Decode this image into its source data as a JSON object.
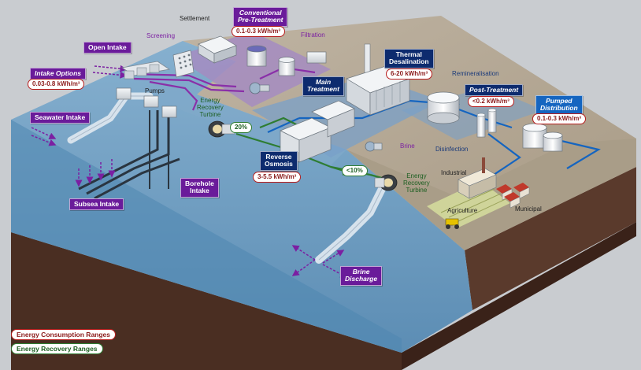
{
  "labels": {
    "settlement": "Settlement",
    "screening": "Screening",
    "filtration": "Filtration",
    "pumps": "Pumps",
    "energy_recovery_turbine_1": "Energy\nRecovery\nTurbine",
    "energy_recovery_turbine_2": "Energy\nRecovery\nTurbine",
    "brine": "Brine",
    "remineralisation": "Remineralisation",
    "disinfection": "Disinfection",
    "industrial": "Industrial",
    "agriculture": "Agriculture",
    "municipal": "Municipal"
  },
  "boxes": {
    "conventional_pretreatment": "Conventional\nPre-Treatment",
    "open_intake": "Open Intake",
    "intake_options": "Intake Options",
    "seawater_intake": "Seawater Intake",
    "borehole_intake": "Borehole\nIntake",
    "subsea_intake": "Subsea Intake",
    "main_treatment": "Main\nTreatment",
    "thermal_desalination": "Thermal\nDesalination",
    "post_treatment": "Post-Treatment",
    "pumped_distribution": "Pumped\nDistribution",
    "reverse_osmosis": "Reverse\nOsmosis",
    "brine_discharge": "Brine\nDischarge"
  },
  "energy": {
    "pretreatment": "0.1-0.3 kWh/m³",
    "intake": "0.03-0.8 kWh/m³",
    "thermal": "6-20 kWh/m³",
    "post_treatment": "<0.2 kWh/m³",
    "distribution": "0.1-0.3 kWh/m³",
    "reverse_osmosis": "3-5.5 kWh/m³"
  },
  "recovery": {
    "turbine_1": "20%",
    "turbine_2": "<10%"
  },
  "legend": {
    "consumption": "Energy Consumption Ranges",
    "recovery": "Energy Recovery Ranges"
  },
  "colors": {
    "background": "#c9ccd0",
    "ground_top": "#b8ab97",
    "cliff": "#4a2e22",
    "sea": "#6f9ec2",
    "shallow_water": "#7fa9c9",
    "pretreatment_zone": "#a58cc1",
    "main_treatment_zone": "#7aa0c8",
    "seawater_pipe": "#8a2fa8",
    "product_water_pipe": "#1565c0",
    "brine_pipe": "#2e7d32",
    "consumption_border": "#b71c1c",
    "recovery_border": "#2e7d32"
  },
  "icons": [
    "inflow-arrow-icon",
    "outflow-arrow-icon",
    "turbine-icon",
    "pump-icon",
    "tank-icon",
    "chimney-icon",
    "tractor-icon",
    "house-icon",
    "factory-icon"
  ]
}
